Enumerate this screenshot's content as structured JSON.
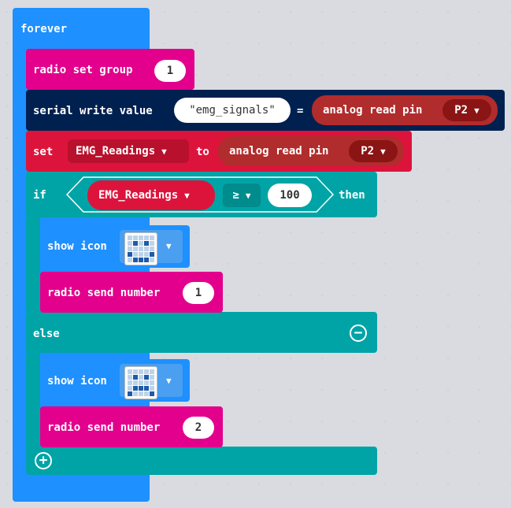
{
  "forever": {
    "label": "forever"
  },
  "radio_set_group": {
    "label": "radio set group",
    "value": "1"
  },
  "serial_write": {
    "label": "serial write value",
    "name_value": "\"emg_signals\"",
    "equals": "=",
    "reader_label": "analog read pin",
    "pin": "P2"
  },
  "set_var": {
    "label": "set",
    "variable": "EMG_Readings",
    "to_label": "to",
    "reader_label": "analog read pin",
    "pin": "P2"
  },
  "if_block": {
    "if_label": "if",
    "variable": "EMG_Readings",
    "operator": "≥",
    "compare_value": "100",
    "then_label": "then",
    "else_label": "else"
  },
  "then_branch": {
    "show_icon_label": "show icon",
    "icon_leds": [
      0,
      0,
      0,
      0,
      0,
      0,
      1,
      0,
      1,
      0,
      0,
      0,
      0,
      0,
      0,
      1,
      0,
      0,
      0,
      1,
      0,
      1,
      1,
      1,
      0
    ],
    "radio_send_label": "radio send number",
    "radio_send_value": "1"
  },
  "else_branch": {
    "show_icon_label": "show icon",
    "icon_leds": [
      0,
      0,
      0,
      0,
      0,
      0,
      1,
      0,
      1,
      0,
      0,
      0,
      0,
      0,
      0,
      0,
      1,
      1,
      1,
      0,
      1,
      0,
      0,
      0,
      1
    ],
    "radio_send_label": "radio send number",
    "radio_send_value": "2"
  },
  "colors": {
    "basic": "#1e90ff",
    "radio": "#e3008c",
    "serial": "#002050",
    "variables": "#dc143c",
    "logic": "#00a4a6",
    "pins": "#b12c2c"
  }
}
